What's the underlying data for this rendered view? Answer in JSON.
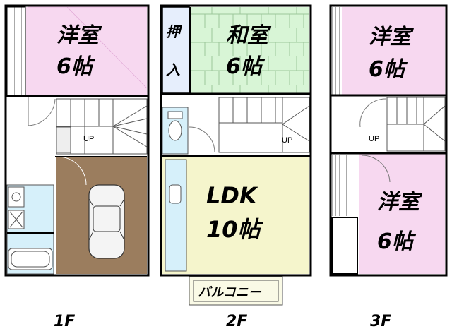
{
  "floors": {
    "f1": {
      "label": "1F",
      "western_room": {
        "name": "洋室",
        "size": "6帖"
      },
      "stair_up": "UP"
    },
    "f2": {
      "label": "2F",
      "closet": {
        "c1": "押",
        "c2": "入"
      },
      "japanese_room": {
        "name": "和室",
        "size": "6帖"
      },
      "ldk": {
        "name": "LDK",
        "size": "10帖"
      },
      "stair_up": "UP",
      "balcony": "バルコニー"
    },
    "f3": {
      "label": "3F",
      "western_room_top": {
        "name": "洋室",
        "size": "6帖"
      },
      "western_room_bottom": {
        "name": "洋室",
        "size": "6帖"
      },
      "stair_up": "UP"
    }
  },
  "colors": {
    "western_room": "#f7d8f0",
    "japanese_room": "#d8f5d6",
    "ldk": "#f5f5cc",
    "wet_area": "#d6f0fa",
    "garage": "#9b7d5e",
    "closet": "#e6eefc",
    "balcony": "#fafae6",
    "wall": "#000000",
    "line": "#8a8a8a"
  },
  "icons": [
    "car-icon",
    "bathtub-icon",
    "toilet-icon",
    "sink-icon",
    "washer-icon"
  ]
}
